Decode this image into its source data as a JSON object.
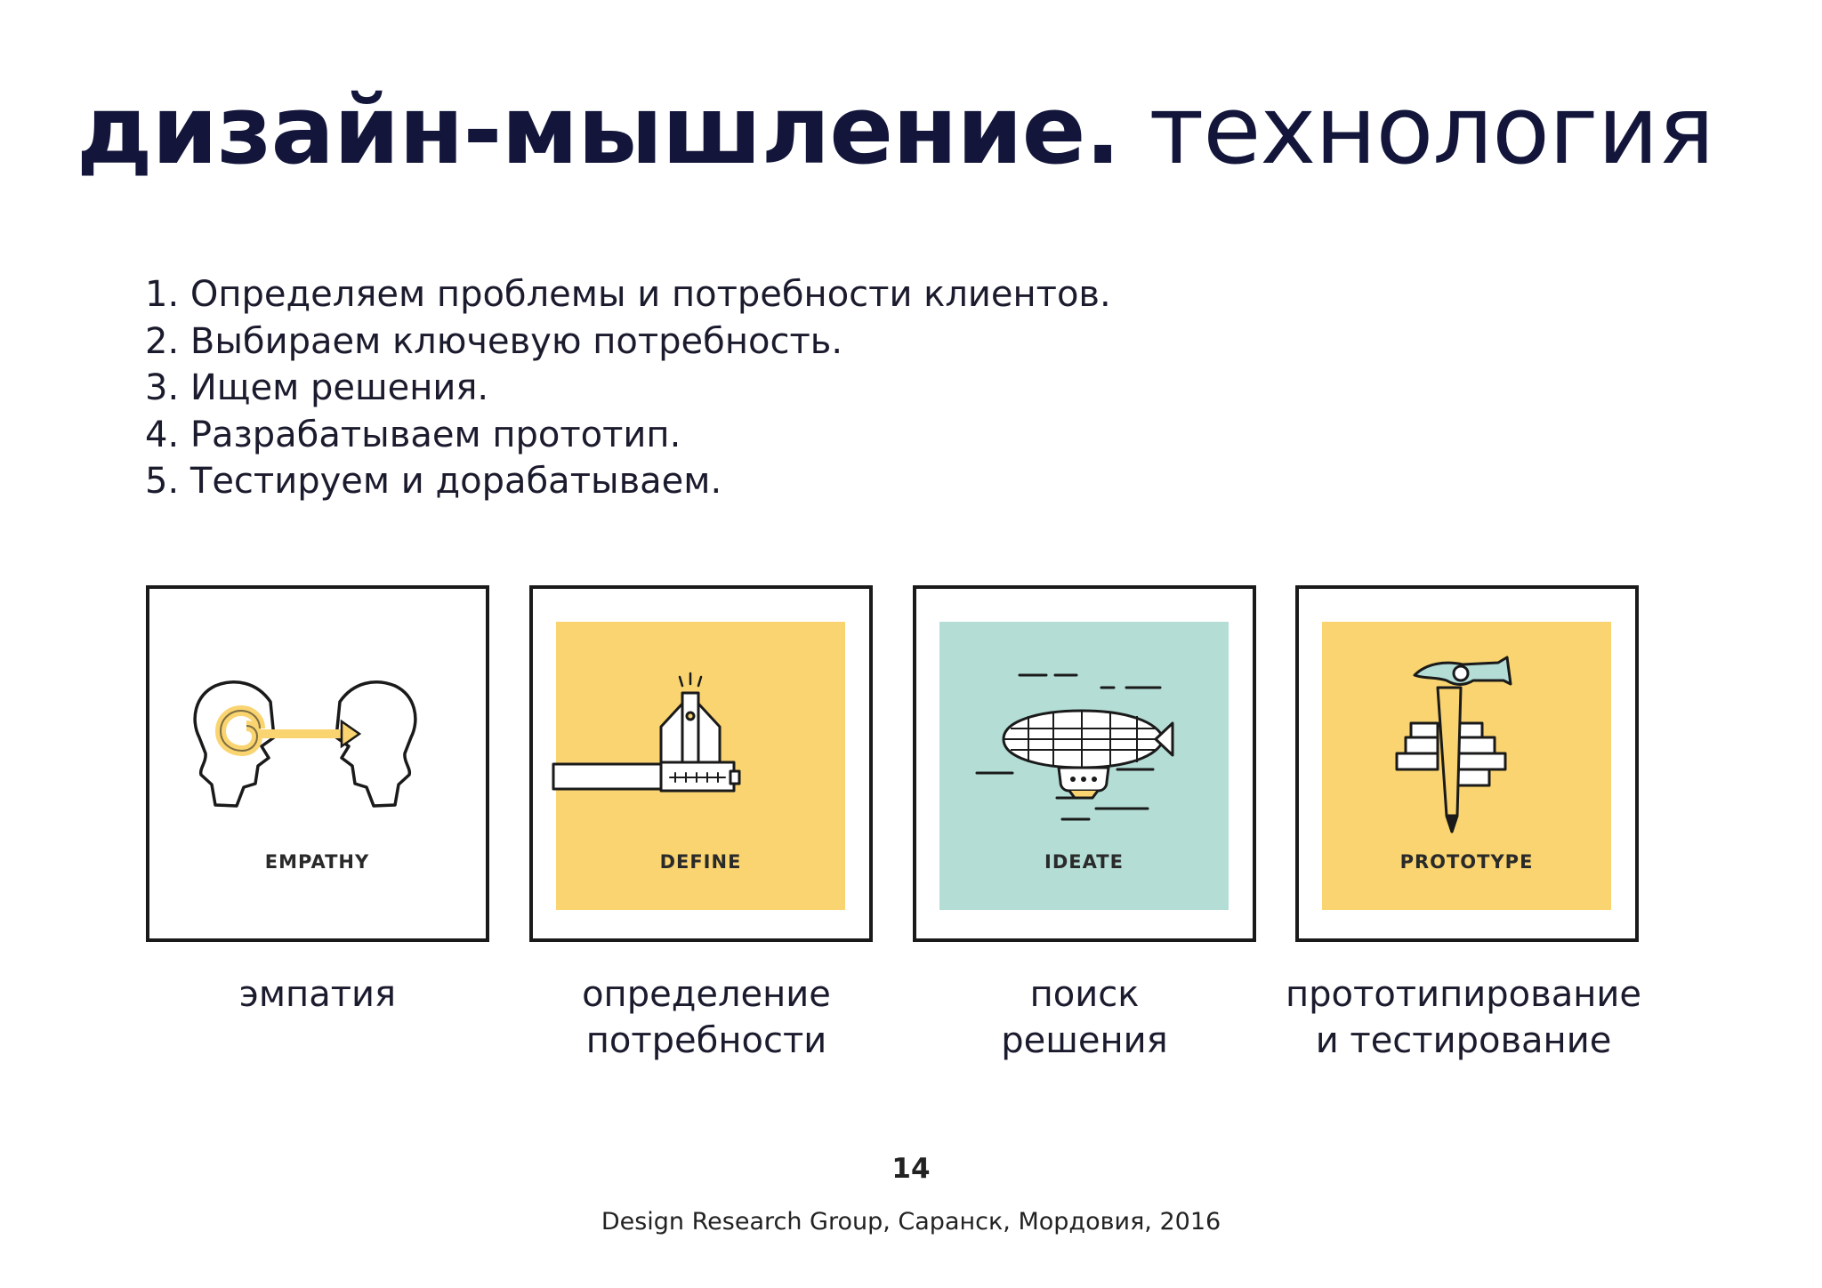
{
  "title": {
    "bold": "дизайн-мышление.",
    "regular": "технология"
  },
  "steps": [
    "1. Определяем проблемы и потребности клиентов.",
    "2. Выбираем ключевую потребность.",
    "3. Ищем решения.",
    "4. Разрабатываем прототип.",
    "5. Тестируем и дорабатываем."
  ],
  "stages": [
    {
      "tag": "EMPATHY",
      "icon": "heads-arrow-icon",
      "bg": "#ffffff",
      "caption_line1": "эмпатия",
      "caption_line2": ""
    },
    {
      "tag": "DEFINE",
      "icon": "caliper-icon",
      "bg": "#f9d470",
      "caption_line1": "определение",
      "caption_line2": "потребности"
    },
    {
      "tag": "IDEATE",
      "icon": "airship-icon",
      "bg": "#b4ddd6",
      "caption_line1": "поиск",
      "caption_line2": "решения"
    },
    {
      "tag": "PROTOTYPE",
      "icon": "hammer-bricks-icon",
      "bg": "#f9d470",
      "caption_line1": "прототипирование",
      "caption_line2": "и тестирование"
    }
  ],
  "page_number": "14",
  "footer": "Design Research Group, Саранск, Мордовия, 2016",
  "colors": {
    "title": "#13163a",
    "yellow": "#f9d470",
    "teal": "#b4ddd6",
    "line": "#1a1a1a"
  }
}
